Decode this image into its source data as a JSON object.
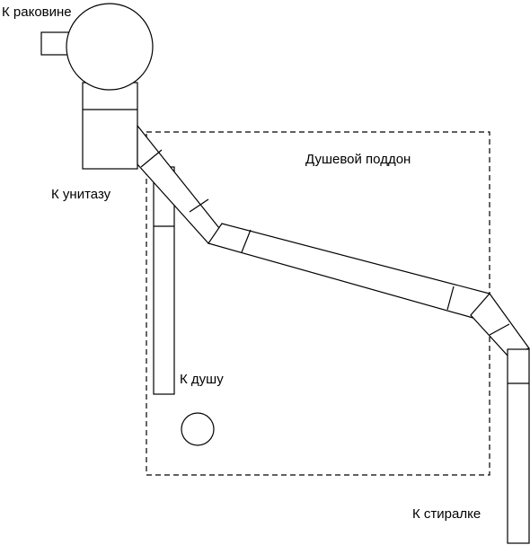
{
  "labels": {
    "sink": "К раковине",
    "toilet": "К унитазу",
    "shower_tray": "Душевой поддон",
    "shower": "К душу",
    "washer": "К стиралке"
  }
}
